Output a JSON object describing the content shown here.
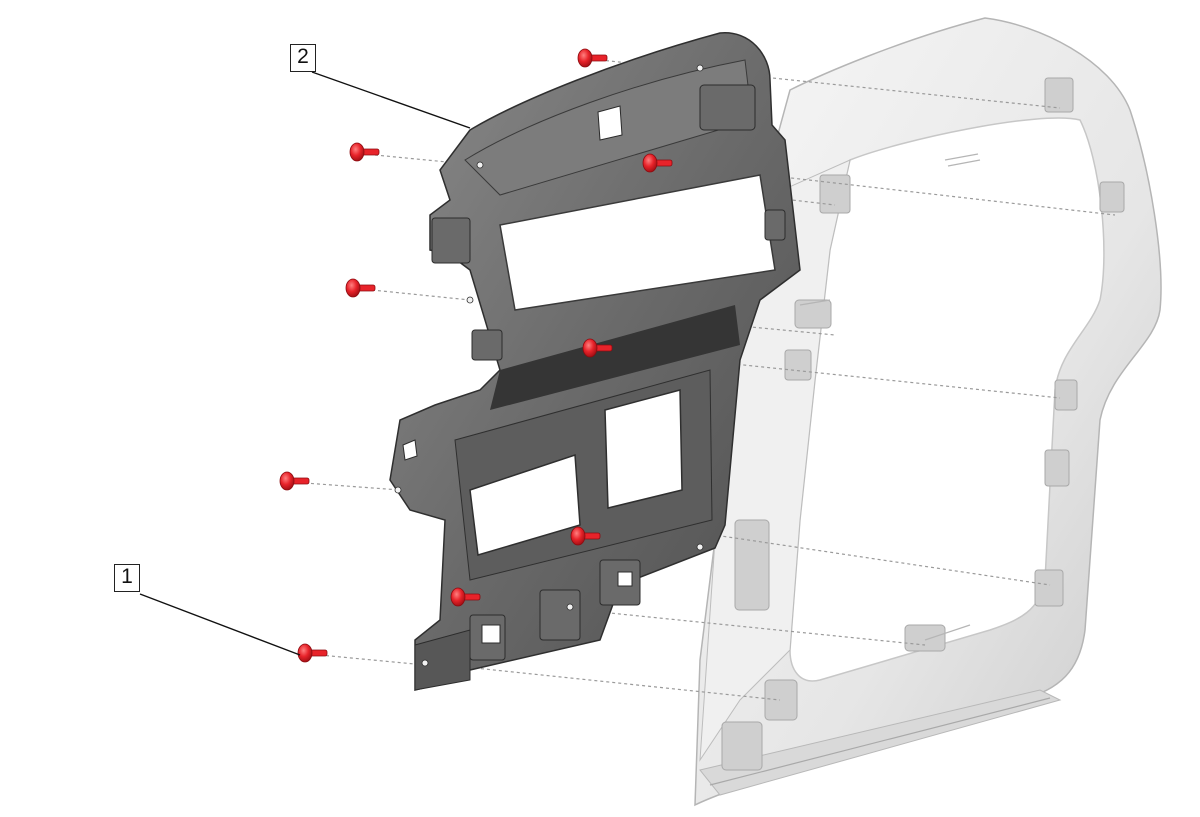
{
  "diagram": {
    "callouts": [
      {
        "label": "1",
        "target": "fastener-screws"
      },
      {
        "label": "2",
        "target": "mounting-bracket"
      }
    ],
    "colors": {
      "fastener": "#e8232a",
      "bracket": "#6e6e6e",
      "bracket_dark": "#3c3c3c",
      "trim_panel": "#e9e9e9",
      "trim_panel_shadow": "#c6c6c6",
      "leader": "#111111",
      "alignment_line": "#9a9a9a"
    },
    "fastener_count": 9
  }
}
